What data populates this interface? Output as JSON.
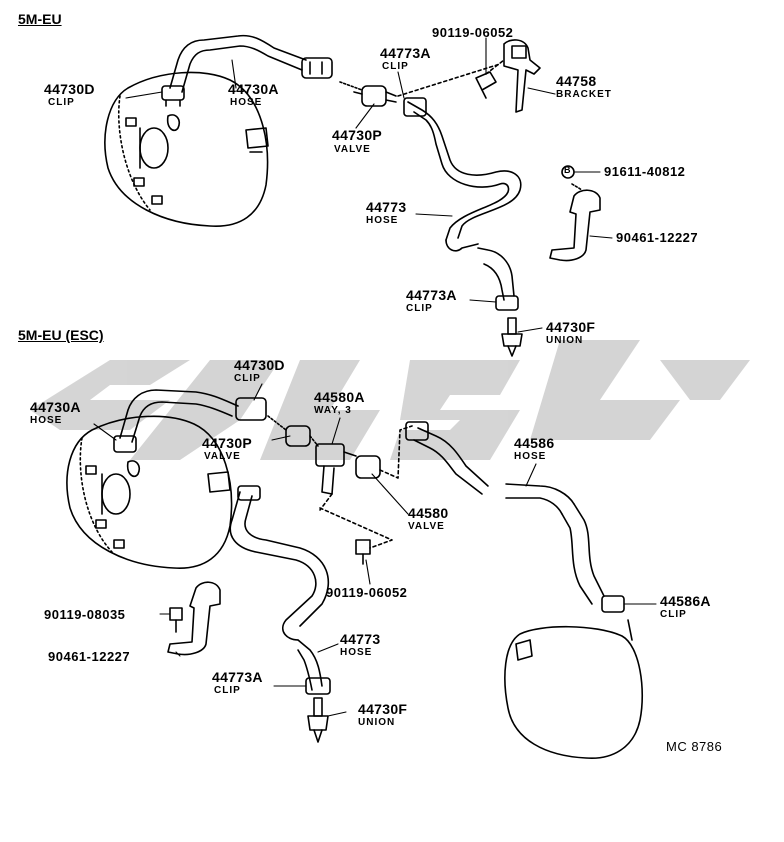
{
  "sections": {
    "top": "5M-EU",
    "bottom": "5M-EU (ESC)"
  },
  "top": {
    "clip_44730D": {
      "number": "44730D",
      "name": "CLIP"
    },
    "hose_44730A": {
      "number": "44730A",
      "name": "HOSE"
    },
    "valve_44730P": {
      "number": "44730P",
      "name": "VALVE"
    },
    "clip_44773A": {
      "number": "44773A",
      "name": "CLIP"
    },
    "bolt_90119": {
      "number": "90119-06052"
    },
    "bracket_44758": {
      "number": "44758",
      "name": "BRACKET"
    },
    "hose_44773": {
      "number": "44773",
      "name": "HOSE"
    },
    "marker_b": {
      "text": "B"
    },
    "bolt_91611": {
      "number": "91611-40812"
    },
    "bracket_90461": {
      "number": "90461-12227"
    },
    "clip_44773A_lower": {
      "number": "44773A",
      "name": "CLIP"
    },
    "union_44730F": {
      "number": "44730F",
      "name": "UNION"
    }
  },
  "bottom": {
    "hose_44730A": {
      "number": "44730A",
      "name": "HOSE"
    },
    "clip_44730D": {
      "number": "44730D",
      "name": "CLIP"
    },
    "way_44580A": {
      "number": "44580A",
      "name": "WAY, 3"
    },
    "valve_44730P": {
      "number": "44730P",
      "name": "VALVE"
    },
    "hose_44586": {
      "number": "44586",
      "name": "HOSE"
    },
    "valve_44580": {
      "number": "44580",
      "name": "VALVE"
    },
    "bolt_90119": {
      "number": "90119-06052"
    },
    "bolt_90119_08035": {
      "number": "90119-08035"
    },
    "bracket_90461": {
      "number": "90461-12227"
    },
    "hose_44773": {
      "number": "44773",
      "name": "HOSE"
    },
    "clip_44773A": {
      "number": "44773A",
      "name": "CLIP"
    },
    "union_44730F": {
      "number": "44730F",
      "name": "UNION"
    },
    "clip_44586A": {
      "number": "44586A",
      "name": "CLIP"
    }
  },
  "code": "MC 8786",
  "colors": {
    "ink": "#000000",
    "watermark": "#d0d0d0",
    "paper": "#ffffff"
  },
  "icons": {
    "booster": "brake-booster-icon",
    "valve": "check-valve-icon",
    "clip": "hose-clip-icon",
    "union": "union-fitting-icon",
    "bracket": "bracket-icon",
    "bolt": "bolt-icon"
  }
}
